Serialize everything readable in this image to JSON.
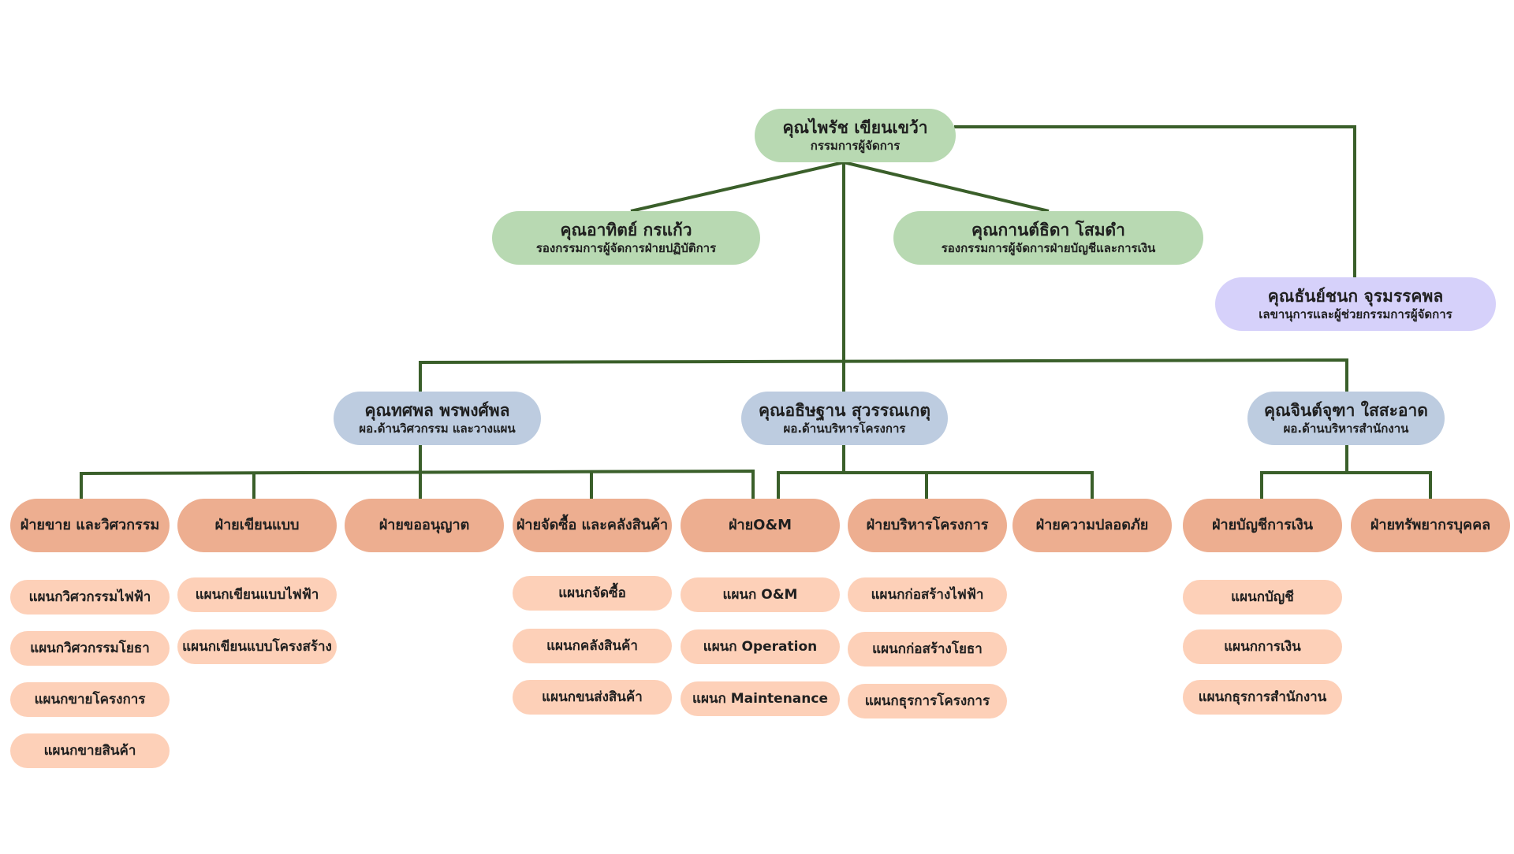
{
  "md": {
    "name": "คุณไพรัช เขียนเขว้า",
    "title": "กรรมการผู้จัดการ"
  },
  "dmd1": {
    "name": "คุณอาทิตย์ กรแก้ว",
    "title": "รองกรรมการผู้จัดการฝ่ายปฏิบัติการ"
  },
  "dmd2": {
    "name": "คุณกานต์ธิดา โสมดำ",
    "title": "รองกรรมการผู้จัดการฝ่ายบัญชีและการเงิน"
  },
  "secretary": {
    "name": "คุณธันย์ชนก จุรมรรคพล",
    "title": "เลขานุการและผู้ช่วยกรรมการผู้จัดการ"
  },
  "directors": [
    {
      "name": "คุณทศพล  พรพงศ์พล",
      "title": "ผอ.ด้านวิศวกรรม และวางแผน"
    },
    {
      "name": "คุณอธิษฐาน  สุวรรณเกตุ",
      "title": "ผอ.ด้านบริหารโครงการ"
    },
    {
      "name": "คุณจินต์จุฑา  ใสสะอาด",
      "title": "ผอ.ด้านบริหารสำนักงาน"
    }
  ],
  "departments": [
    {
      "name": "ฝ่ายขาย และวิศวกรรม",
      "units": [
        "แผนกวิศวกรรมไฟฟ้า",
        "แผนกวิศวกรรมโยธา",
        "แผนกขายโครงการ",
        "แผนกขายสินค้า"
      ]
    },
    {
      "name": "ฝ่ายเขียนแบบ",
      "units": [
        "แผนกเขียนแบบไฟฟ้า",
        "แผนกเขียนแบบโครงสร้าง"
      ]
    },
    {
      "name": "ฝ่ายขออนุญาต",
      "units": []
    },
    {
      "name": "ฝ่ายจัดซื้อ และคลังสินค้า",
      "units": [
        "แผนกจัดซื้อ",
        "แผนกคลังสินค้า",
        "แผนกขนส่งสินค้า"
      ]
    },
    {
      "name": "ฝ่ายO&M",
      "units": [
        "แผนก O&M",
        "แผนก Operation",
        "แผนก Maintenance"
      ]
    },
    {
      "name": "ฝ่ายบริหารโครงการ",
      "units": [
        "แผนกก่อสร้างไฟฟ้า",
        "แผนกก่อสร้างโยธา",
        "แผนกธุรการโครงการ"
      ]
    },
    {
      "name": "ฝ่ายความปลอดภัย",
      "units": []
    },
    {
      "name": "ฝ่ายบัญชีการเงิน",
      "units": [
        "แผนกบัญชี",
        "แผนกการเงิน",
        "แผนกธุรการสำนักงาน"
      ]
    },
    {
      "name": "ฝ่ายทรัพยากรบุคคล",
      "units": []
    }
  ],
  "colors": {
    "line": "#3a5f2a",
    "executive": "#b8d9b2",
    "director": "#bdcce0",
    "secretary": "#d6d1fa",
    "department": "#edae90",
    "unit": "#fdd0b8"
  }
}
